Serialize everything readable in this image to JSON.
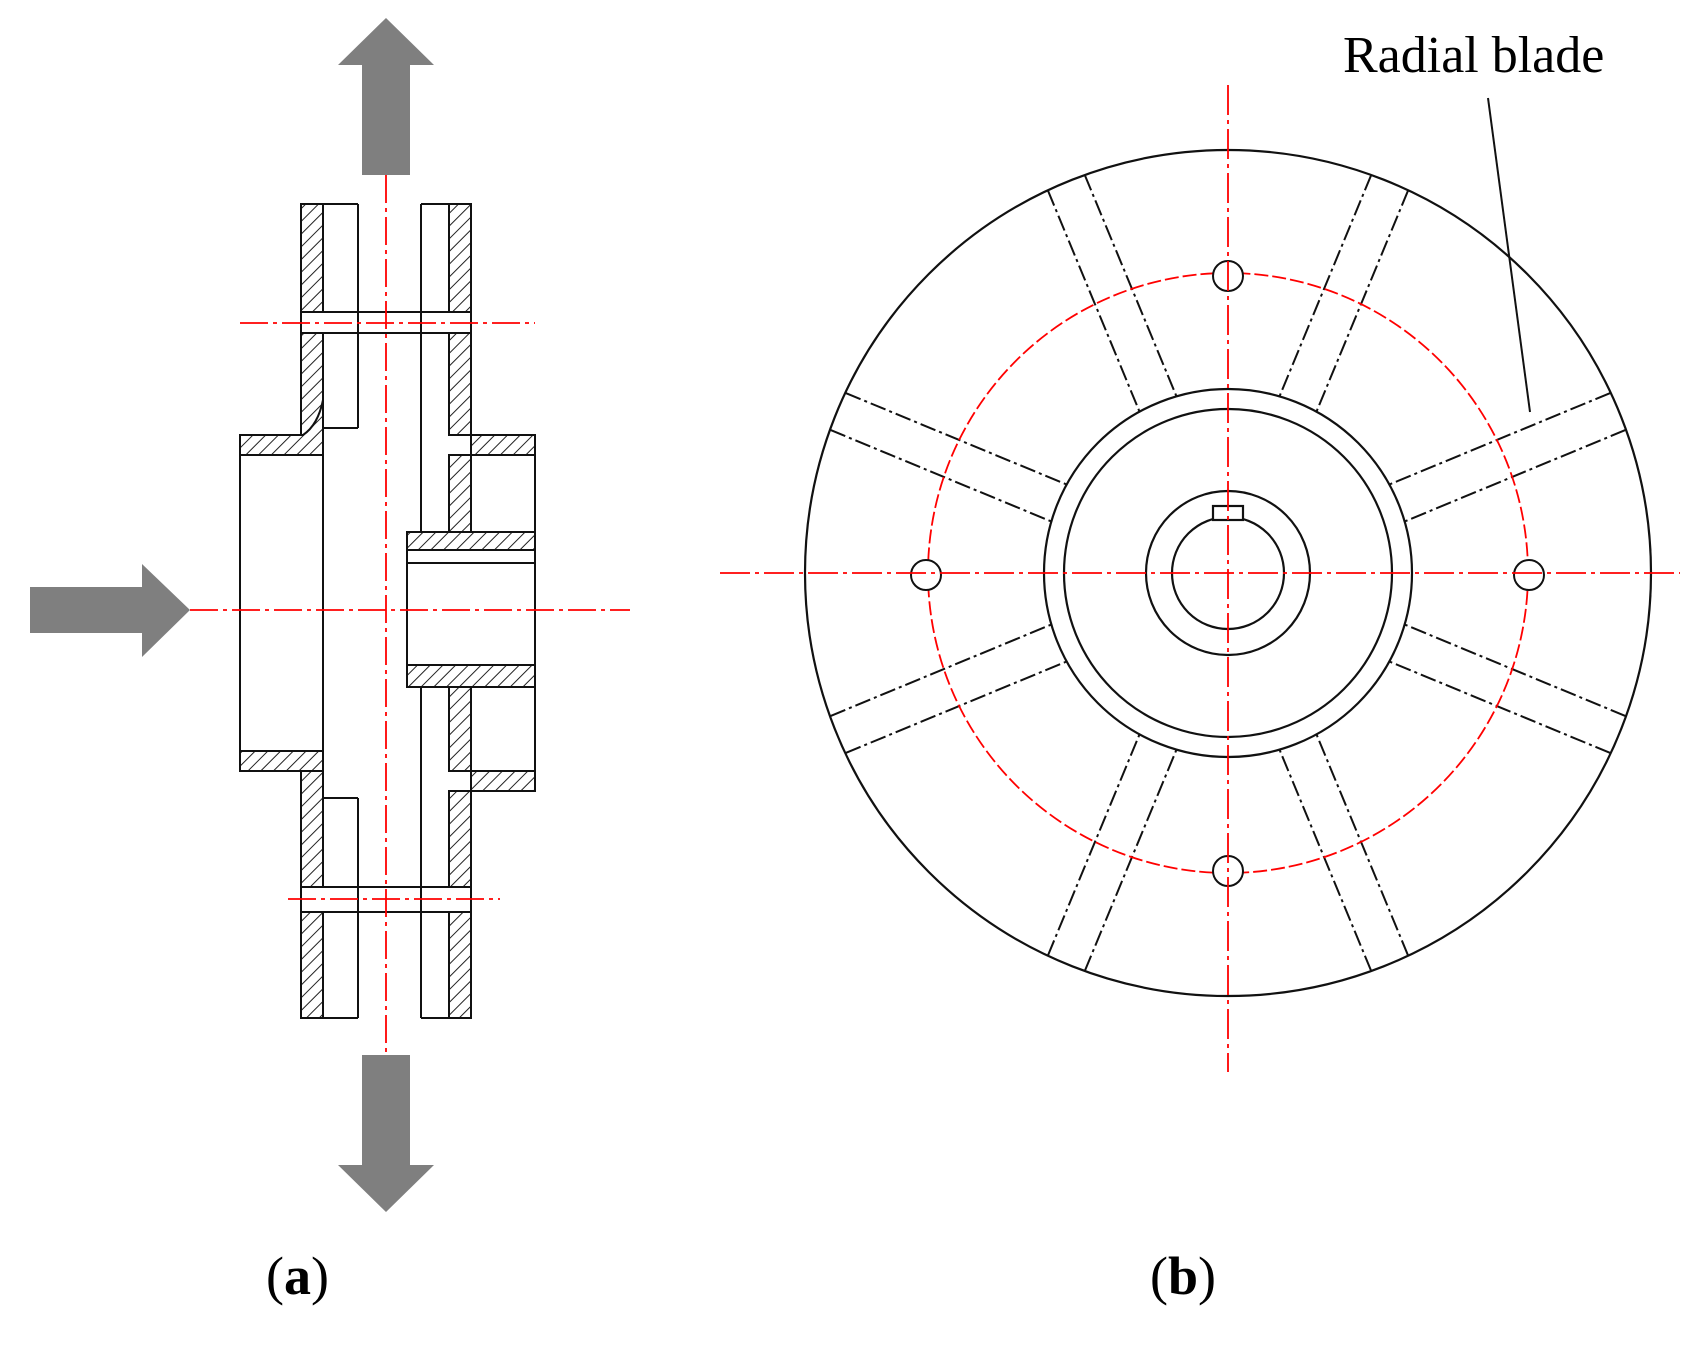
{
  "labels": {
    "radial_blade": "Radial blade"
  },
  "captions": {
    "a_open": "(",
    "a_letter": "a",
    "a_close": ")",
    "b_open": "(",
    "b_letter": "b",
    "b_close": ")"
  },
  "colors": {
    "outline": "#111111",
    "centerline": "#ff0000",
    "flow_arrow": "#7f7f7f",
    "hatch": "#222222"
  },
  "flow_arrows": [
    "inlet-arrow-right",
    "outlet-arrow-up",
    "outlet-arrow-down"
  ],
  "blade_count": 8,
  "bolt_hole_count": 4
}
